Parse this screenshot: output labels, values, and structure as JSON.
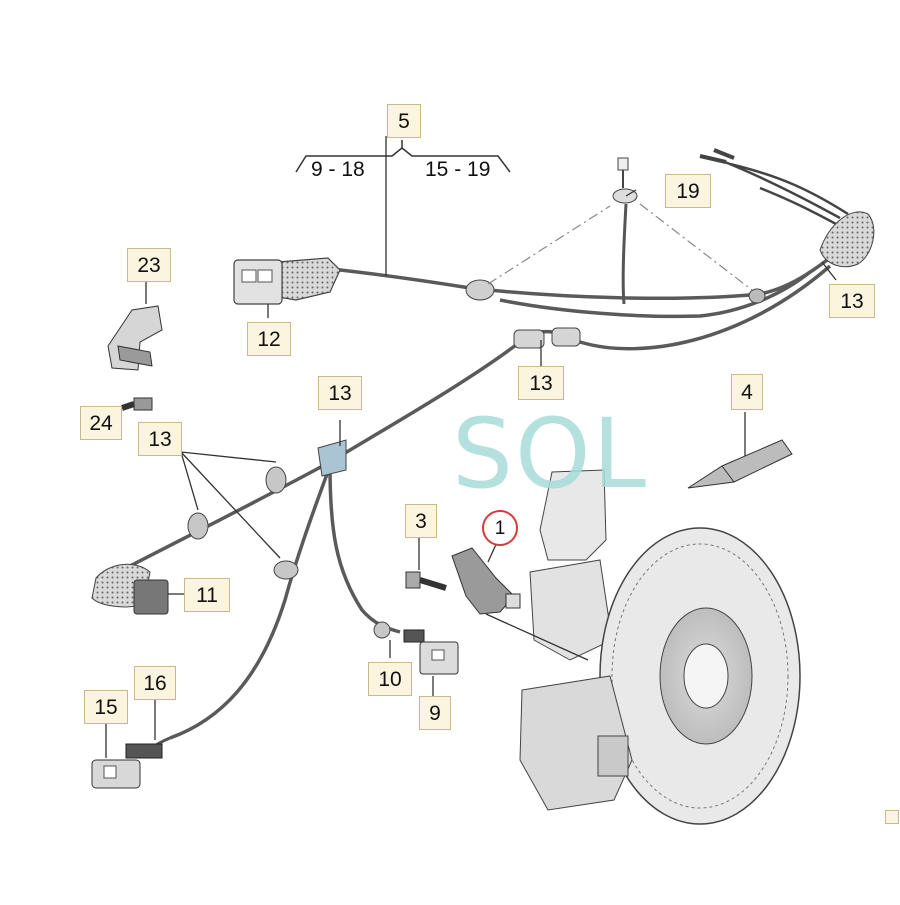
{
  "watermark": {
    "text": "SOL"
  },
  "groups": {
    "left": "9 - 18",
    "right": "15 - 19"
  },
  "callouts": {
    "c1": "1",
    "c3": "3",
    "c4": "4",
    "c5": "5",
    "c9": "9",
    "c10": "10",
    "c11": "11",
    "c12": "12",
    "c13a": "13",
    "c13b": "13",
    "c13c": "13",
    "c13d": "13",
    "c15": "15",
    "c16": "16",
    "c19": "19",
    "c23": "23",
    "c24": "24"
  },
  "colors": {
    "line": "#555555",
    "callout_fill": "#fbf4df",
    "callout_border": "#c9b98a",
    "highlight_ring": "#d63a3a",
    "watermark": "#a8dcd8"
  }
}
